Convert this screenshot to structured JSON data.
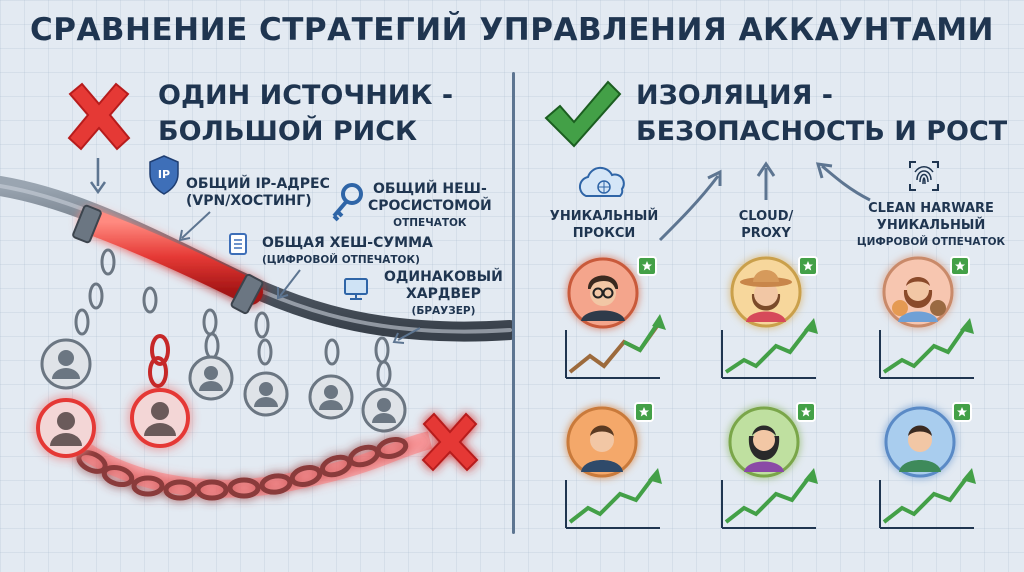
{
  "title": "СРАВНЕНИЕ СТРАТЕГИЙ УПРАВЛЕНИЯ АККАУНТАМИ",
  "left": {
    "heading_line1": "ОДИН ИСТОЧНИК -",
    "heading_line2": "БОЛЬШОЙ РИСК",
    "labels": {
      "ip_badge": "IP",
      "ip_line1": "ОБЩИЙ IP-АДРЕС",
      "ip_line2": "(VPN/ХОСТИНГ)",
      "hash_line1": "ОБЩИЙ НЕШ-",
      "hash_line2": "СРОСИСТОМОЙ",
      "hash_line3": "ОТПЕЧАТОК",
      "sum_line1": "ОБЩАЯ ХЕШ-СУММА",
      "sum_line2": "(ЦИФРОВОЙ ОТПЕЧАТОК)",
      "hw_line1": "ОДИНАКОВЫЙ",
      "hw_line2": "ХАРДВЕР",
      "hw_line3": "(БРАУЗЕР)"
    }
  },
  "right": {
    "heading_line1": "ИЗОЛЯЦИЯ -",
    "heading_line2": "БЕЗОПАСНОСТЬ И РОСТ",
    "columns": [
      {
        "line1": "УНИКАЛЬНЫЙ",
        "line2": "ПРОКСИ"
      },
      {
        "line1": "CLOUD/",
        "line2": "PROXY"
      },
      {
        "line1": "CLEAN HARWARE",
        "line2": "УНИКАЛЬНЫЙ",
        "line3": "ЦИФРОВОЙ ОТПЕЧАТОК"
      }
    ]
  },
  "colors": {
    "title": "#1f3550",
    "danger": "#e53935",
    "success": "#43a047",
    "glow": "#ff3b3b"
  },
  "icons": [
    "cross-icon",
    "check-icon",
    "shield-icon",
    "key-icon",
    "document-icon",
    "monitor-icon",
    "cloud-icon",
    "fingerprint-icon",
    "star-badge-icon",
    "growth-arrow-icon",
    "avatar-icon",
    "chain-icon"
  ]
}
